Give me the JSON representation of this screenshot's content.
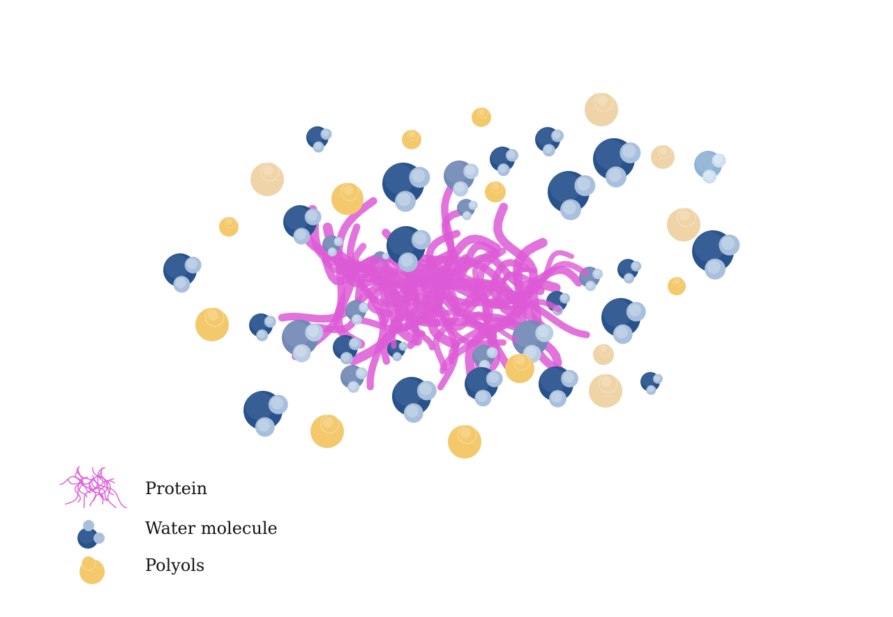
{
  "colors": {
    "protein": "#dd5ad6",
    "water_dark": "#27528c",
    "water_mid": "#7289b5",
    "water_light": "#8fb2d3",
    "water_atom": "#a8c0dd",
    "polyol": "#f4c96c",
    "polyol_pale": "#efd4a8",
    "background": "#ffffff"
  },
  "legend": {
    "protein": {
      "label": "Protein",
      "icon": "protein-ribbon-icon"
    },
    "water": {
      "label": "Water molecule",
      "icon": "water-molecule-icon"
    },
    "polyols": {
      "label": "Polyols",
      "icon": "polyol-icon"
    }
  }
}
